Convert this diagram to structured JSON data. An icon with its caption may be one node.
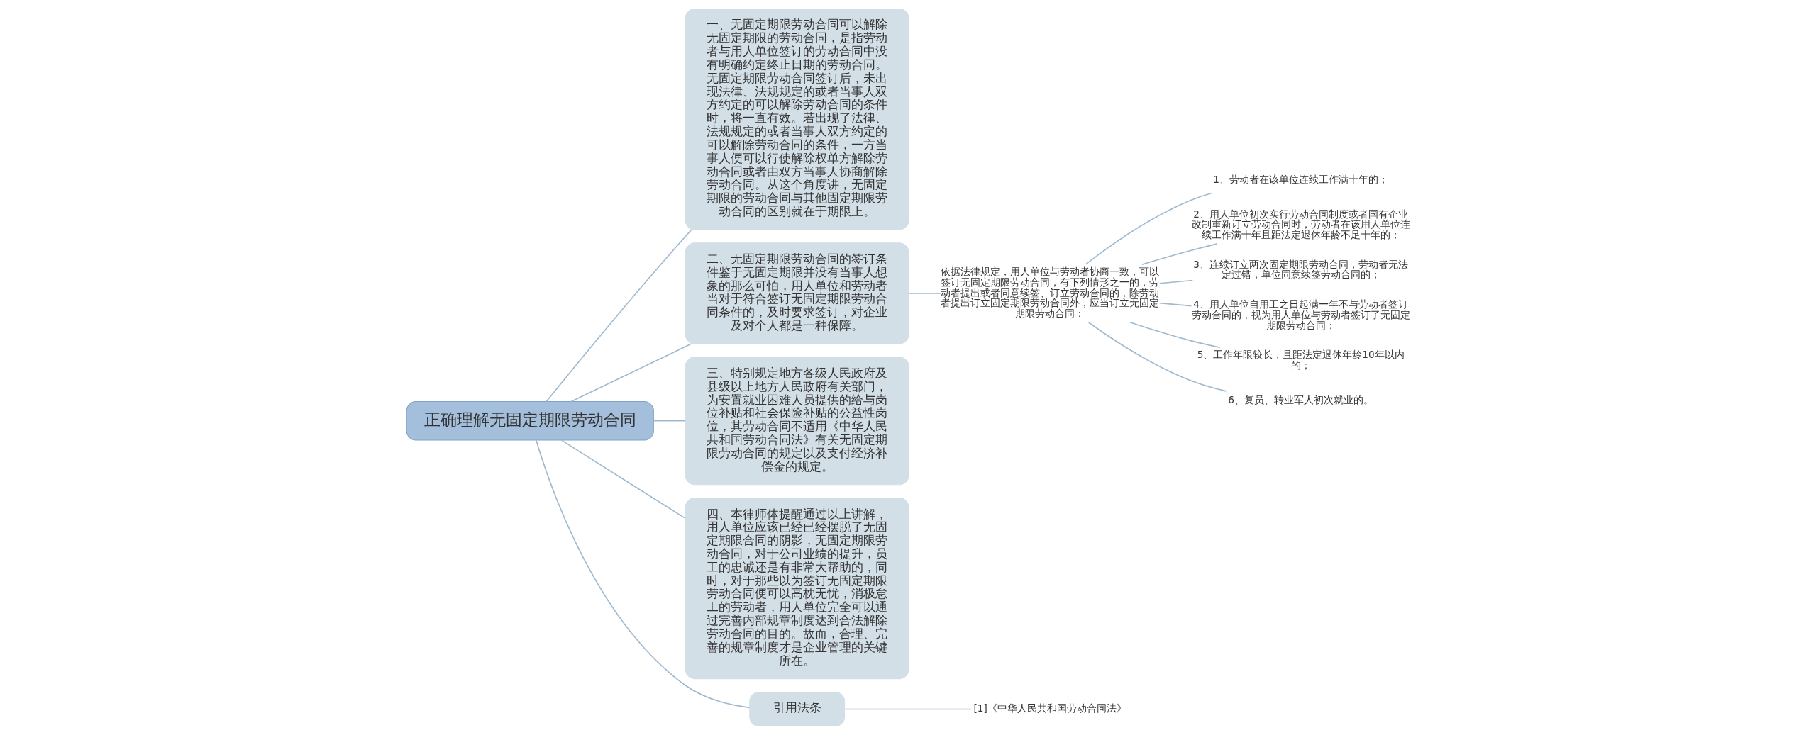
{
  "diagram": {
    "nodes": [
      {
        "text": [
          "正确理解无固定期限劳动合同"
        ]
      },
      {
        "text": [
          "一、无固定期限劳动合同可以解除无固定期限的劳动合同，是指劳动者与用人单位签订的劳动合同中没有明确约定终止日期的劳动合同。无固定期限劳动合同签订后，未出现法律、法规规定的或者当事人双方约定的可以解除劳动合同的条件时，将一直有效。若出现了法律、法规规定的或者当事人双方约定的可以解除劳动合同的条件，一方当事人便可以行使解除权单方解除劳动合同或者由双方当事人协商解除劳动合同。从这个角度讲，无固定期限的劳动合同与其他固定期限劳动合同的区别就在于期限上。"
        ]
      },
      {
        "text": [
          "二、无固定期限劳动合同的签订条件鉴于无固定期限并没有当事人想象的那么可怕，用人单位和劳动者当对于符合签订无固定期限劳动合同条件的，及时要求签订，对企业及对个人都是一种保障。"
        ]
      },
      {
        "text": [
          "依据法律规定，用人单位与劳动者协商一致，可以签订无固定期限劳动合同，有下列情形之一的，劳动者提出或者同意续签、订立劳动合同的，除劳动者提出订立固定期限劳动合同外，应当订立无固定期限劳动合同："
        ]
      },
      {
        "text": [
          "1、劳动者在该单位连续工作满十年的；"
        ]
      },
      {
        "text": [
          "2、用人单位初次实行劳动合同制度或者国有企业改制重新订立劳动合同时，劳动者在该用人单位连续工作满十年且距法定退休年龄不足十年的；"
        ]
      },
      {
        "text": [
          "3、连续订立两次固定期限劳动合同，劳动者无法定过错，单位同意续签劳动合同的；"
        ]
      },
      {
        "text": [
          "4、用人单位自用工之日起满一年不与劳动者签订劳动合同的，视为用人单位与劳动者签订了无固定期限劳动合同；"
        ]
      },
      {
        "text": [
          "5、工作年限较长，且距法定退休年龄10年以内的；"
        ]
      },
      {
        "text": [
          "6、复员、转业军人初次就业的。"
        ]
      },
      {
        "text": [
          "三、特别规定地方各级人民政府及县级以上地方人民政府有关部门，为安置就业困难人员提供的给与岗位补贴和社会保险补贴的公益性岗位，其劳动合同不适用《中华人民共和国劳动合同法》有关无固定期限劳动合同的规定以及支付经济补偿金的规定。"
        ]
      },
      {
        "text": [
          "四、本律师体提醒通过以上讲解，用人单位应该已经已经摆脱了无固定期限合同的阴影，无固定期限劳动合同，对于公司业绩的提升，员工的忠诚还是有非常大帮助的，同时，对于那些以为签订无固定期限劳动合同便可以高枕无忧，消极怠工的劳动者，用人单位完全可以通过完善内部规章制度达到合法解除劳动合同的目的。故而，合理、完善的规章制度才是企业管理的关键所在。"
        ]
      },
      {
        "text": [
          "引用法条"
        ]
      },
      {
        "text": [
          "[1]《中华人民共和国劳动合同法》"
        ]
      }
    ],
    "edges": [
      {
        "from": 0,
        "to": 1,
        "arrow": "none"
      },
      {
        "from": 0,
        "to": 2,
        "arrow": "none"
      },
      {
        "from": 2,
        "to": 3,
        "arrow": "none"
      },
      {
        "from": 3,
        "to": 4,
        "arrow": "none"
      },
      {
        "from": 3,
        "to": 5,
        "arrow": "none"
      },
      {
        "from": 3,
        "to": 6,
        "arrow": "none"
      },
      {
        "from": 3,
        "to": 7,
        "arrow": "none"
      },
      {
        "from": 3,
        "to": 8,
        "arrow": "none"
      },
      {
        "from": 3,
        "to": 9,
        "arrow": "none"
      },
      {
        "from": 0,
        "to": 10,
        "arrow": "none"
      },
      {
        "from": 0,
        "to": 11,
        "arrow": "none"
      },
      {
        "from": 0,
        "to": 12,
        "arrow": "none"
      },
      {
        "from": 12,
        "to": 13,
        "arrow": "none"
      }
    ]
  }
}
